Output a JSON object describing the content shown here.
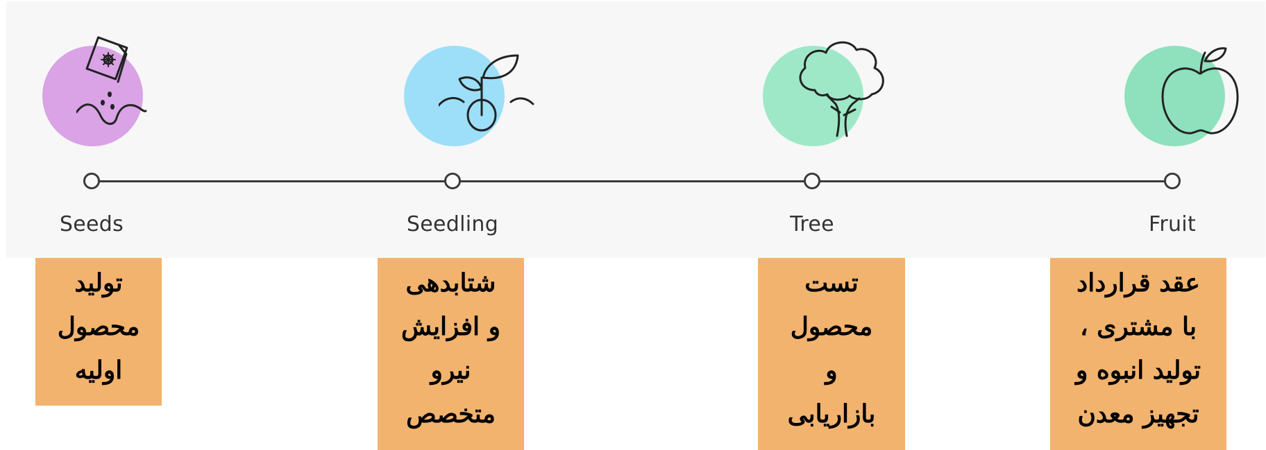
{
  "stages": [
    {
      "label": "Seeds",
      "icon": "seed-packet-icon",
      "blob_color": "#d9a3e6"
    },
    {
      "label": "Seedling",
      "icon": "sprout-icon",
      "blob_color": "#9ddff8"
    },
    {
      "label": "Tree",
      "icon": "tree-icon",
      "blob_color": "#9ee8c8"
    },
    {
      "label": "Fruit",
      "icon": "apple-icon",
      "blob_color": "#8fe0bc"
    }
  ],
  "notes": [
    {
      "lines": [
        "تولید",
        "محصول",
        "اولیه"
      ]
    },
    {
      "lines": [
        "شتابدهی",
        "و افزایش",
        "نیرو",
        "متخصص"
      ]
    },
    {
      "lines": [
        "تست",
        "محصول",
        "و",
        "بازاریابی"
      ]
    },
    {
      "lines": [
        "عقد قرارداد",
        "با مشتری ،",
        "تولید انبوه و",
        "تجهیز معدن"
      ]
    }
  ],
  "colors": {
    "note_bg": "#f2b36e",
    "line": "#3a3a3a",
    "panel_bg": "#f7f7f7"
  }
}
